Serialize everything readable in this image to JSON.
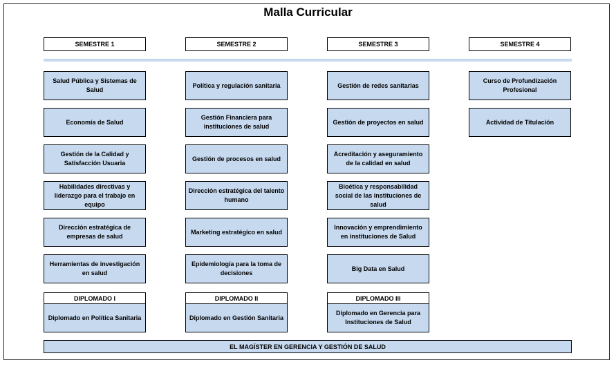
{
  "title": "Malla Curricular",
  "semesters": [
    "SEMESTRE 1",
    "SEMESTRE 2",
    "SEMESTRE 3",
    "SEMESTRE 4"
  ],
  "courses": [
    [
      "Salud Pública y Sistemas de Salud",
      "Economía de Salud",
      "Gestión de la Calidad y Satisfacción Usuaria",
      "Habilidades directivas y liderazgo para el trabajo en equipo",
      "Dirección estratégica de empresas de salud",
      "Herramientas de investigación en salud"
    ],
    [
      "Política y regulación sanitaria",
      "Gestión Financiera para instituciones de salud",
      "Gestión de procesos en salud",
      "Dirección estratégica del talento humano",
      "Marketing estratégico en salud",
      "Epidemiología para la toma de decisiones"
    ],
    [
      "Gestión de redes sanitarias",
      "Gestión de proyectos en salud",
      "Acreditación y aseguramiento de la calidad en salud",
      "Bioética y responsabilidad social de las instituciones de salud",
      "Innovación y emprendimiento en instituciones de Salud",
      "Big Data en Salud"
    ],
    [
      "Curso de Profundización Profesional",
      "Actividad de Titulación"
    ]
  ],
  "diplomados": [
    {
      "header": "DIPLOMADO I",
      "name": "Diplomado en Política Sanitaria"
    },
    {
      "header": "DIPLOMADO II",
      "name": "Diplomado en Gestión Sanitaria"
    },
    {
      "header": "DIPLOMADO III",
      "name": "Diplomado en Gerencia para Instituciones de Salud"
    }
  ],
  "footer": "EL MAGÍSTER EN GERENCIA Y GESTIÓN DE SALUD",
  "colors": {
    "box_fill": "#c6d9ef",
    "border": "#000000",
    "band": "#c6d9ef"
  }
}
